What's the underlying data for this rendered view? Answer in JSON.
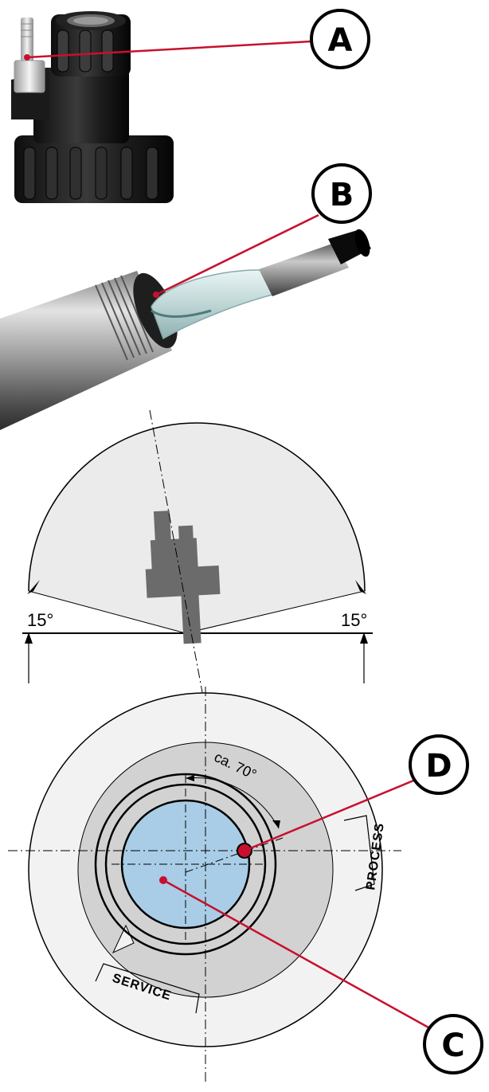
{
  "callouts": {
    "a": "A",
    "b": "B",
    "c": "C",
    "d": "D"
  },
  "angle_left": "15°",
  "angle_right": "15°",
  "approx_angle": "ca. 70°",
  "label_process": "PROCESS",
  "label_service": "SERVICE",
  "colors": {
    "callout_line": "#c8102e",
    "sector_fill": "#ebebeb",
    "outer_ring_fill": "#f2f2f2",
    "inner_ring_fill": "#d2d2d2",
    "sensor_fill": "#a9cde6",
    "probe_fill": "#6b6b6b"
  }
}
